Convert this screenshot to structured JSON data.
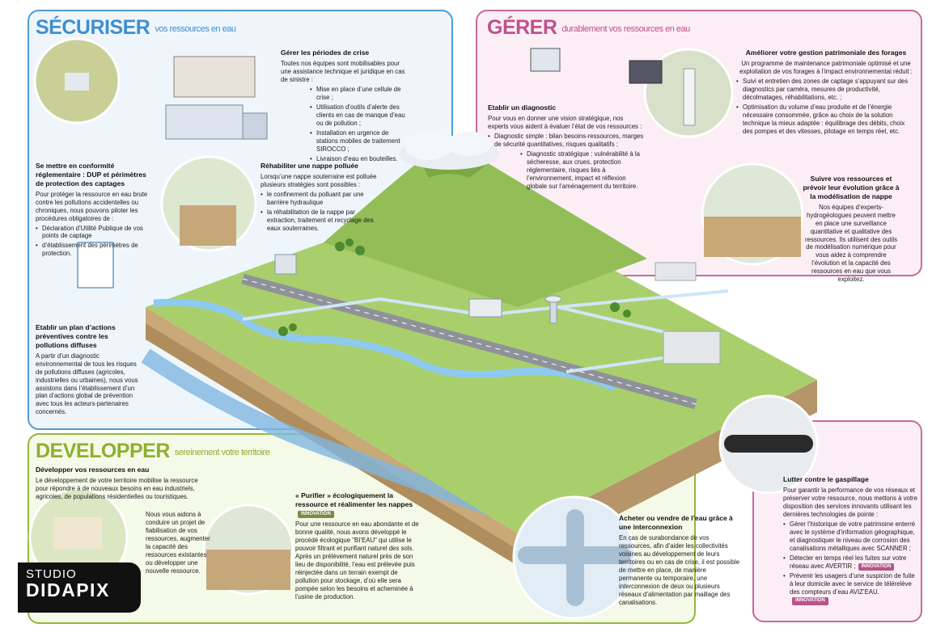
{
  "securiser": {
    "title": "SÉCURISER",
    "subtitle": "vos ressources en eau",
    "crise_title": "Gérer les périodes de crise",
    "crise_intro": "Toutes nos équipes sont mobilisables pour une assistance technique et juridique en cas de sinistre :",
    "crise_items": [
      "Mise en place d’une cellule de crise ;",
      "Utilisation d’outils d’alerte des clients en cas de manque d’eau ou de pollution ;",
      "Installation en urgence de stations mobiles de traitement SIROCCO ;",
      "Livraison d’eau en bouteilles."
    ],
    "conf_title": "Se mettre en conformité réglementaire : DUP et périmètres de protection des captages",
    "conf_intro": "Pour protéger la ressource en eau brute contre les pollutions accidentelles ou chroniques, nous pouvons piloter les procédures obligatoires de :",
    "conf_items": [
      "Déclaration d’Utilité Publique de vos points de captage",
      "d’établissement des périmètres de protection."
    ],
    "nappe_title": "Réhabiliter une nappe polluée",
    "nappe_intro": "Lorsqu’une nappe souterraine est polluée plusieurs stratégies sont possibles :",
    "nappe_items": [
      "le confinement du polluant par une barrière hydraulique",
      "la réhabilitation de la nappe par extraction, traitement et recyclage des eaux souterraines."
    ],
    "plan_title": "Etablir un plan d’actions préventives contre les pollutions diffuses",
    "plan_text": "A partir d’un diagnostic environnemental de tous les risques de pollutions diffuses (agricoles, industrielles ou urbaines), nous vous assistons dans l’établissement d’un plan d’actions global de prévention avec tous les acteurs-partenaires concernés."
  },
  "gerer": {
    "title": "GÉRER",
    "subtitle": "durablement vos ressources en eau",
    "diag_title": "Etablir un diagnostic",
    "diag_intro": "Pour vous en donner une vision stratégique, nos experts vous aident à évaluer l’état de vos ressources :",
    "diag_items": [
      "Diagnostic simple : bilan besoins-ressources, marges de sécurité quantitatives, risques qualitatifs ;",
      "Diagnostic stratégique : vulnérabilité à la sécheresse, aux crues, protection réglementaire, risques liés à l’environnement, impact et réflexion globale sur l’aménagement du territoire."
    ],
    "forages_title": "Améliorer votre gestion patrimoniale des forages",
    "forages_intro": "Un programme de maintenance patrimoniale optimisé et une exploitation de vos forages à l’impact environnemental réduit :",
    "forages_items": [
      "Suivi et entretien des zones de captage s’appuyant sur des diagnostics par caméra, mesures de productivité, décolmatages, réhabilitations, etc. ;",
      "Optimisation du volume d’eau produite et de l’énergie nécessaire consommée, grâce au choix de la solution technique la mieux adaptée : équilibrage des débits, choix des pompes et des vitesses, pilotage en temps réel, etc."
    ],
    "suivre_title": "Suivre vos ressources et prévoir leur évolution grâce à la modélisation de nappe",
    "suivre_text": "Nos équipes d’experts-hydrogéologues peuvent mettre en place une surveillance quantitative et qualitative des ressources. Ils utilisent des outils de modélisation numérique pour vous aidez à comprendre l’évolution et la capacité des ressources en eau que vous exploitez."
  },
  "developper": {
    "title": "DEVELOPPER",
    "subtitle": "sereinement votre territoire",
    "dev_title": "Développer vos ressources en eau",
    "dev_text1": "Le développement de votre territoire mobilise la ressource pour répondre à de nouveaux besoins en eau industriels, agricoles, de populations résidentielles ou touristiques.",
    "dev_text2": "Nous vous aidons à conduire un projet de fiabilisation de vos ressources, augmenter la capacité des ressources existantes ou développer une nouvelle ressource.",
    "purif_title": "« Purifier » écologiquement la ressource et réalimenter les nappes",
    "purif_text": "Pour une ressource en eau abondante et de bonne qualité, nous avons développé le procédé écologique \"BI’EAU\" qui utilise le pouvoir filtrant et purifiant naturel des sols. Après un prélèvement naturel près de son lieu de disponibilité, l’eau est prélevée puis réinjectée dans un terrain exempt de pollution pour stockage, d’où elle sera pompée selon les besoins et acheminée à l’usine de production.",
    "achat_title": "Acheter ou vendre de l’eau grâce à une interconnexion",
    "achat_text": "En cas de surabondance de vos ressources, afin d’aider les collectivités voisines au développement de leurs territoires ou en cas de crise, il est possible de mettre en place, de manière permanente ou temporaire, une interconnexion de deux ou plusieurs réseaux d’alimentation par maillage des canalisations."
  },
  "gaspillage": {
    "title": "Lutter contre le gaspillage",
    "intro": "Pour garantir la performance de vos réseaux et préserver votre ressource, nous mettons à votre disposition des services innovants utilisant les dernières technologies de pointe :",
    "items": [
      "Gérer l’historique de votre patrimoine enterré avec le système d’information géographique, et diagnostiquer le niveau de corrosion des canalisations métalliques avec SCANNER ;",
      "Détecter en temps réel les fuites sur votre réseau avec AVERTIR ;",
      "Prévenir les usagers d’une suspicion de fuite à leur domicile avec le service de télérelève des compteurs d’eau AVIZ’EAU."
    ]
  },
  "badge": "INNOVATION",
  "logo": {
    "line1": "STUDIO",
    "line2": "DIDAPIX"
  },
  "colors": {
    "securiser": "#3f8fd0",
    "gerer": "#c0508e",
    "developper": "#8db02e"
  }
}
